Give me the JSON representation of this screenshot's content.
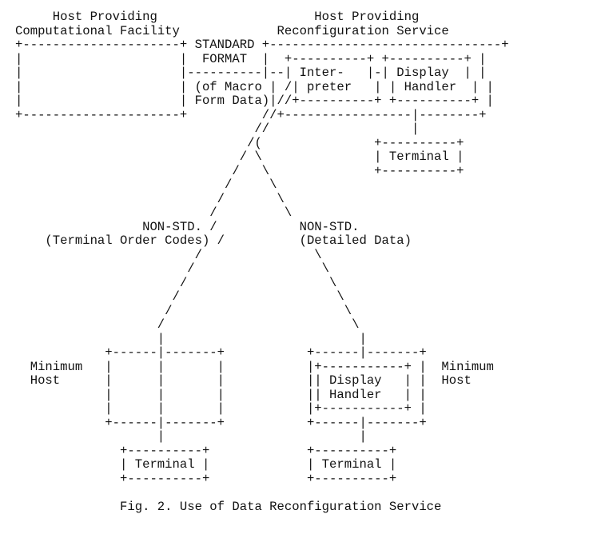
{
  "diagram": {
    "lines": [
      "     Host Providing                     Host Providing",
      "Computational Facility             Reconfiguration Service",
      "+---------------------+ STANDARD +-------------------------------+",
      "|                     |  FORMAT  |  +----------+ +----------+ |",
      "|                     |----------|--| Inter-   |-| Display  | |",
      "|                     | (of Macro | /| preter   | | Handler  | |",
      "|                     | Form Data)|//+----------+ +----------+ |",
      "+---------------------+          //+-----------------|--------+",
      "                                //                   |",
      "                               /(               +----------+",
      "                              / \\               | Terminal |",
      "                             /   \\              +----------+",
      "                            /     \\",
      "                           /       \\",
      "                          /         \\",
      "                 NON-STD. /           NON-STD.",
      "    (Terminal Order Codes) /          (Detailed Data)",
      "                        /               \\",
      "                       /                 \\",
      "                      /                   \\",
      "                     /                     \\",
      "                    /                       \\",
      "                   /                         \\",
      "                   |                          |",
      "            +------|-------+           +------|-------+",
      "  Minimum   |      |       |           |+-----------+ |  Minimum",
      "  Host      |      |       |           || Display   | |  Host",
      "            |      |       |           || Handler   | |",
      "            |      |       |           |+-----------+ |",
      "            +------|-------+           +------|-------+",
      "                   |                          |",
      "              +----------+             +----------+",
      "              | Terminal |             | Terminal |",
      "              +----------+             +----------+",
      "",
      "              Fig. 2. Use of Data Reconfiguration Service"
    ]
  }
}
